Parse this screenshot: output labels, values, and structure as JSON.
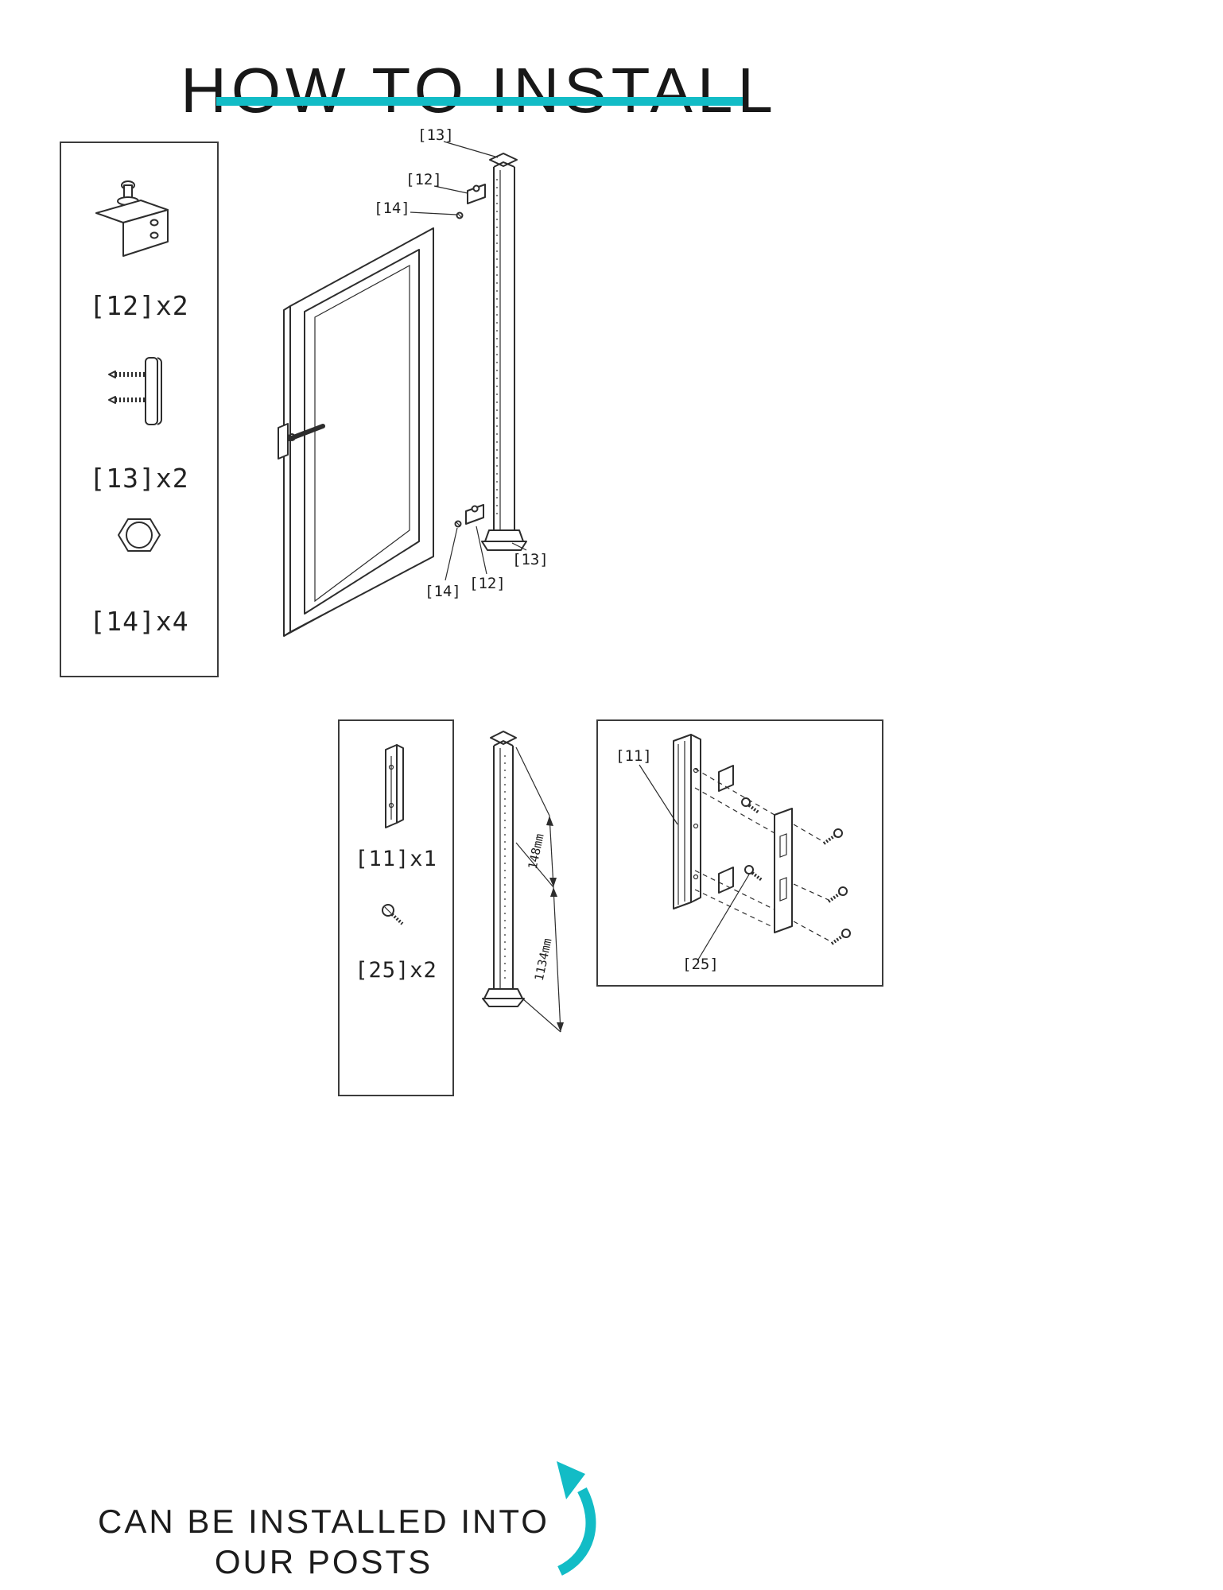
{
  "colors": {
    "accent": "#12bcc6",
    "line": "#2d2d2d"
  },
  "header": {
    "title": "HOW TO INSTALL"
  },
  "left_parts_box": {
    "items": [
      {
        "name": "wall-hinge-bracket",
        "label": "[12]x2"
      },
      {
        "name": "hinge-bolt-plate",
        "label": "[13]x2"
      },
      {
        "name": "cap-nut",
        "label": "[14]x4"
      }
    ]
  },
  "gate_diagram": {
    "labels": {
      "top_cap": "[13]",
      "top_bracket": "[12]",
      "top_screw": "[14]",
      "bottom_screw": "[14]",
      "bottom_bracket": "[12]",
      "bottom_cap": "[13]"
    }
  },
  "keeper_parts_box": {
    "items": [
      {
        "name": "latch-keeper",
        "label": "[11]x1"
      },
      {
        "name": "keeper-screw",
        "label": "[25]x2"
      }
    ]
  },
  "post_dimensions": {
    "top": "148mm",
    "bottom": "1134mm"
  },
  "exploded_box": {
    "labels": {
      "keeper": "[11]",
      "screw": "[25]"
    }
  },
  "footer": {
    "line1": "CAN BE INSTALLED INTO",
    "line2": "OUR POSTS"
  }
}
